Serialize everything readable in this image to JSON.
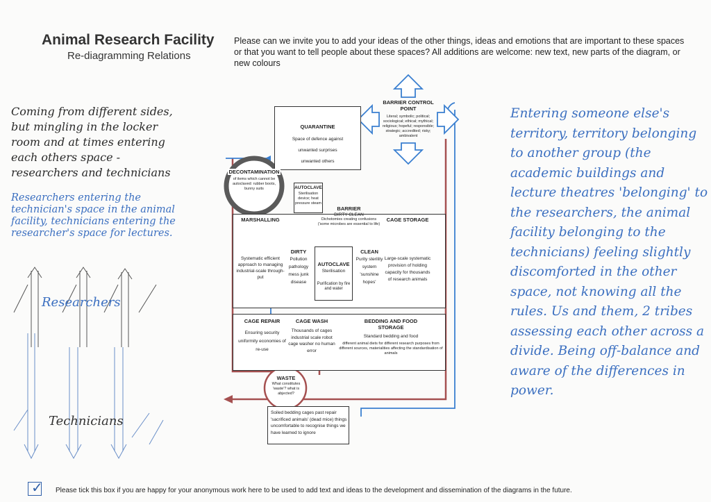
{
  "header": {
    "title": "Animal Research Facility",
    "subtitle": "Re-diagramming Relations",
    "intro": "Please can we invite you to add your ideas of the other things, ideas and emotions that are important to these spaces or that you want to tell people about these spaces? All additions are welcome: new text, new parts of the diagram, or new colours"
  },
  "left_note": {
    "black": "Coming from different sides, but mingling in the locker room and at times entering each others space - researchers and technicians",
    "blue": "Researchers entering the technician's space in the animal facility, technicians entering the researcher's space for lectures."
  },
  "sketch_labels": {
    "researchers": "Researchers",
    "technicians": "Technicians"
  },
  "right_note": "Entering someone else's territory, territory belonging to another group (the academic buildings and lecture theatres 'belonging' to the researchers, the animal facility belonging to the technicians) feeling slightly discomforted in the other space, not knowing all the rules. Us and them, 2 tribes assessing each other across a divide. Being off-balance and aware of the differences in power.",
  "diagram": {
    "barrier_control": {
      "title": "BARRIER CONTROL POINT",
      "text": "Literal; symbolic; political; sociological; ethical; mythical; religious; hopeful; responsible; strategic; accredited; risky; ambivalent"
    },
    "quarantine": {
      "title": "QUARANTINE",
      "lines": [
        "Space of defence against",
        "unwanted surprises",
        "unwanted others"
      ]
    },
    "decontamination": {
      "title": "DECONTAMINATION",
      "text": "of items which cannot be autoclaved: rubber boots, bunny suits"
    },
    "autoclave_top": {
      "title": "AUTOCLAVE",
      "text": "Sterilisation device; heat pressure steam"
    },
    "barrier": {
      "title": "BARRIER",
      "sub": "DIRTY  CLEAN",
      "text": "Dichotomies creating confusions ('some microbes are essential to life)"
    },
    "marshalling": {
      "title": "MARSHALLING",
      "text": "Systematic efficient approach to managing industrial-scale through-put"
    },
    "dirty": {
      "title": "DIRTY",
      "text": "Pollution pathology mess junk disease"
    },
    "autoclave_mid": {
      "title": "AUTOCLAVE",
      "line1": "Sterilisation",
      "line2": "Purification by fire and water"
    },
    "clean": {
      "title": "CLEAN",
      "text": "Purity sterility system 'sunshine hopes'"
    },
    "cage_storage": {
      "title": "CAGE STORAGE",
      "text": "Large-scale systematic provision of holding capacity for thousands of research animals"
    },
    "cage_repair": {
      "title": "CAGE REPAIR",
      "text": "Ensuring security uniformity economies of re-use"
    },
    "cage_wash": {
      "title": "CAGE WASH",
      "text": "Thousands of cages industrial scale robot cage washer no human error"
    },
    "bedding": {
      "title": "BEDDING AND FOOD STORAGE",
      "line1": "Standard bedding and food",
      "text": "different animal diets for different research purposes from different sources, materialities affecting the standardisation of animals"
    },
    "waste": {
      "title": "WASTE",
      "text": "What constitutes 'waste'? what is abjected?"
    },
    "waste_items": "Soiled bedding cages past repair 'sacrificed animals' (dead mice) things uncomfortable to recognise things we have learned to ignore"
  },
  "footer": {
    "consent": "Please tick this box if you are happy for your anonymous work here to be used to add text and ideas to the development and dissemination of the diagrams in the future.",
    "checked": true
  },
  "colors": {
    "line_blue": "#3a7fd0",
    "line_red": "#a55050",
    "ring_gray": "#5a5a5a",
    "ink_blue": "#3b6fc0"
  }
}
